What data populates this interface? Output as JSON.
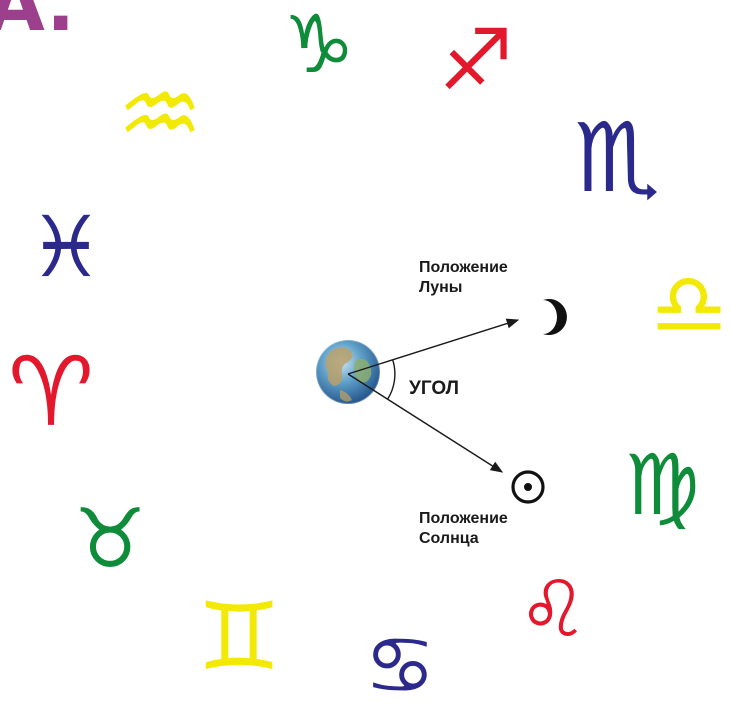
{
  "corner_fragment": "A.",
  "colors": {
    "green": "#0e8c3a",
    "red": "#e3182d",
    "navy": "#2b2a8c",
    "yellow": "#f2ea06",
    "purple": "#9c3f8d"
  },
  "zodiac_signs": {
    "capricorn": "♑",
    "sagittarius": "♐",
    "scorpio": "♏",
    "aquarius": "♒",
    "pisces": "♓",
    "libra": "♎",
    "aries": "♈",
    "virgo": "♍",
    "taurus": "♉",
    "leo": "♌",
    "gemini": "♊",
    "cancer": "♋"
  },
  "icons": {
    "earth": "earth-icon",
    "moon": "moon-icon",
    "sun": "sun-icon"
  },
  "moon_label": {
    "line1": "Положение",
    "line2": "Луны"
  },
  "sun_label": {
    "line1": "Положение",
    "line2": "Солнца"
  },
  "angle_label": "УГОЛ"
}
